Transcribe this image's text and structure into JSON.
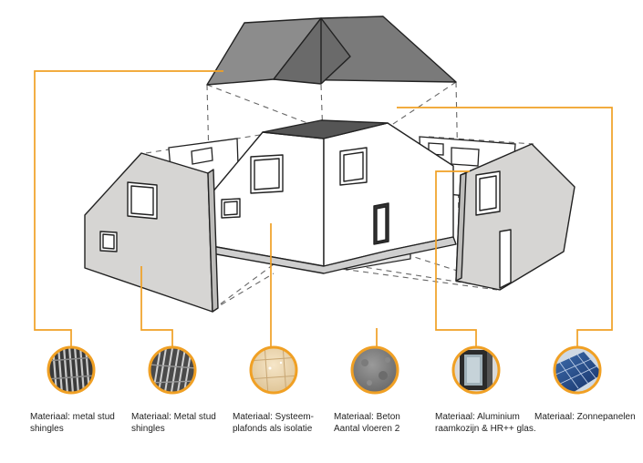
{
  "colors": {
    "accent": "#f0a024",
    "outline": "#222222",
    "roof": "#8a8a8a",
    "roof_dark": "#5f5f5f",
    "wall": "#ffffff",
    "panel": "#d7d6d4"
  },
  "materials": [
    {
      "icon": "metal-stud-photo-icon",
      "line1": "Materiaal: metal stud",
      "line2": "shingles"
    },
    {
      "icon": "metal-stud-photo-icon",
      "line1": "Materiaal: Metal stud",
      "line2": "shingles"
    },
    {
      "icon": "ceiling-tile-photo-icon",
      "line1": "Materiaal: Systeem-",
      "line2": "plafonds als isolatie"
    },
    {
      "icon": "concrete-photo-icon",
      "line1": "Materiaal: Beton",
      "line2": "Aantal vloeren 2"
    },
    {
      "icon": "aluminium-frame-photo-icon",
      "line1": "Materiaal: Aluminium",
      "line2": "raamkozijn & HR++ glas."
    },
    {
      "icon": "solar-panel-photo-icon",
      "line1": "Materiaal: Zonnepanelen",
      "line2": ""
    }
  ]
}
